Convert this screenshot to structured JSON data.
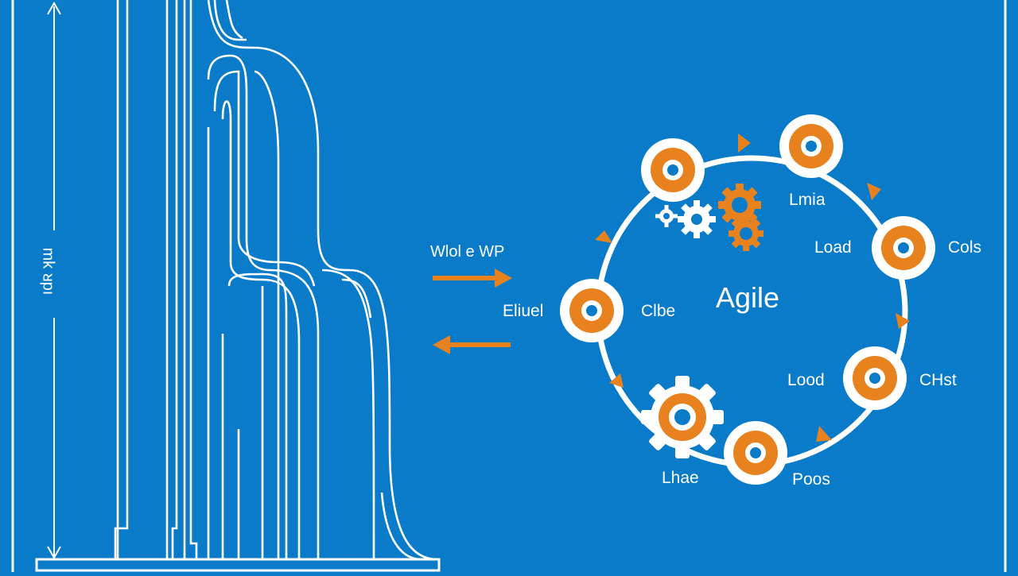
{
  "axis": {
    "vertical_label": "ıdʀ ʞɯ"
  },
  "exchange": {
    "label": "Wlol e WP"
  },
  "cycle": {
    "title": "Agile",
    "labels": {
      "top_right": "Lmia",
      "right_inner": "Load",
      "right_outer": "Cols",
      "left_outer": "Eliuel",
      "left_inner": "Clbe",
      "lower_right_inner": "Lood",
      "lower_right_outer": "CHst",
      "bottom_left": "Lhae",
      "bottom_right": "Poos"
    }
  },
  "colors": {
    "background": "#0a7bc9",
    "line": "#ffffff",
    "accent": "#e8821f"
  }
}
